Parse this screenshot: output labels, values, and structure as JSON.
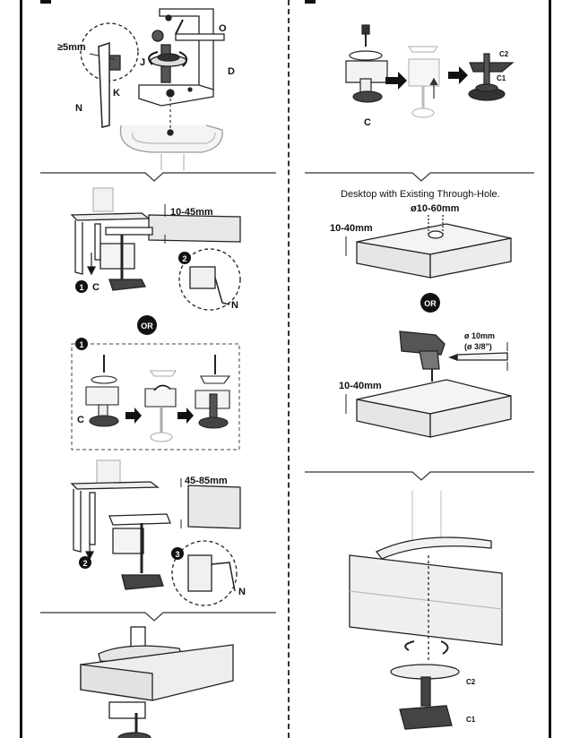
{
  "labels": {
    "o": "O",
    "j": "J",
    "d": "D",
    "k": "K",
    "n": "N",
    "c": "C",
    "c1": "C1",
    "c2": "C2",
    "or": "OR",
    "step1": "1",
    "step2": "2",
    "step3": "3"
  },
  "dimensions": {
    "min_5": "≥5mm",
    "range_10_45": "10-45mm",
    "range_45_85": "45-85mm",
    "hole_10_60": "ø10-60mm",
    "thick_10_40": "10-40mm",
    "drill_10": "ø 10mm",
    "drill_3_8": "(ø 3/8\")"
  },
  "captions": {
    "existing_hole": "Desktop with Existing Through-Hole."
  }
}
